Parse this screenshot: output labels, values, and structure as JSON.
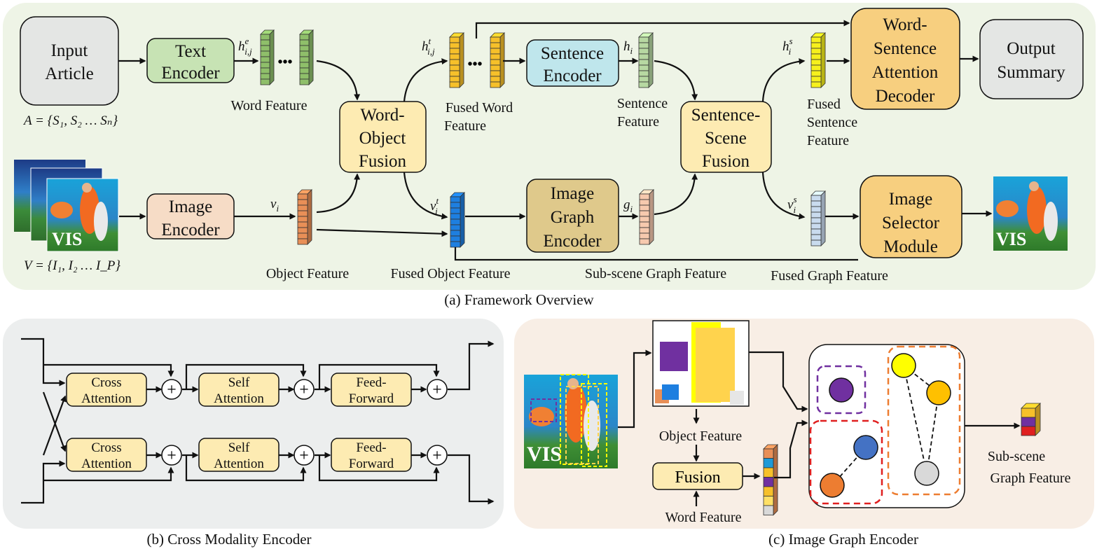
{
  "colors": {
    "panel_a_bg": "#eef4e6",
    "panel_b_bg": "#eceeee",
    "panel_c_bg": "#f8eee5",
    "input_box": "#e4e6e4",
    "text_encoder": "#c7e3b4",
    "image_encoder": "#f6dcc6",
    "fusion_box": "#fdebb2",
    "sentence_encoder": "#bfe6ec",
    "graph_encoder": "#dfc98b",
    "decoder_box": "#f7cf7f",
    "word_feature_cube": "#8fbf6a",
    "fused_word_cube": "#f6c02a",
    "sentence_feature_cube": "#b7d8a2",
    "fused_sentence_cube": "#f6f01c",
    "object_feature_cube": "#e88f57",
    "fused_object_cube": "#1e7fe0",
    "subscene_cube": "#f6c9ae",
    "fused_graph_cube": "#c9dbee",
    "purple": "#7030a0",
    "red": "#e02020",
    "orange_dash": "#ed7d31",
    "yellow": "#ffff00",
    "blue_node": "#4472c4",
    "orange_node": "#ed7d31",
    "grey_node": "#d9d9d9",
    "yellow_node": "#ffff00",
    "gold_node": "#ffc000"
  },
  "panel_a": {
    "caption": "(a) Framework Overview",
    "input_article": [
      "Input",
      "Article"
    ],
    "article_formula": "A = {S₁, S₂ … Sₙ}",
    "image_formula": "V = {I₁, I₂ … I_P}",
    "text_encoder": [
      "Text",
      "Encoder"
    ],
    "image_encoder": [
      "Image",
      "Encoder"
    ],
    "word_object_fusion": [
      "Word-",
      "Object",
      "Fusion"
    ],
    "sentence_encoder": [
      "Sentence",
      "Encoder"
    ],
    "image_graph_encoder": [
      "Image",
      "Graph",
      "Encoder"
    ],
    "sentence_scene_fusion": [
      "Sentence-",
      "Scene",
      "Fusion"
    ],
    "decoder": [
      "Word-",
      "Sentence",
      "Attention",
      "Decoder"
    ],
    "output_summary": [
      "Output",
      "Summary"
    ],
    "image_selector": [
      "Image",
      "Selector",
      "Module"
    ],
    "ellipsis": "•••",
    "labels": {
      "word_feature": "Word Feature",
      "fused_word_feature": [
        "Fused Word",
        "Feature"
      ],
      "sentence_feature": [
        "Sentence",
        "Feature"
      ],
      "fused_sentence_feature": [
        "Fused",
        "Sentence",
        "Feature"
      ],
      "object_feature": "Object Feature",
      "fused_object_feature": "Fused Object Feature",
      "subscene_graph_feature": "Sub-scene Graph Feature",
      "fused_graph_feature": "Fused Graph Feature"
    },
    "symbols": {
      "h_e": {
        "base": "h",
        "sup": "e",
        "sub": "i,j"
      },
      "h_t": {
        "base": "h",
        "sup": "t",
        "sub": "i,j"
      },
      "h_i": {
        "base": "h",
        "sup": "",
        "sub": "i"
      },
      "h_s": {
        "base": "h",
        "sup": "s",
        "sub": "i"
      },
      "v_i": {
        "base": "v",
        "sup": "",
        "sub": "i"
      },
      "v_t": {
        "base": "v",
        "sup": "t",
        "sub": "i"
      },
      "g_i": {
        "base": "g",
        "sup": "",
        "sub": "i"
      },
      "v_s": {
        "base": "v",
        "sup": "s",
        "sub": "i"
      }
    }
  },
  "panel_b": {
    "caption": "(b) Cross Modality Encoder",
    "cross_attention": [
      "Cross",
      "Attention"
    ],
    "self_attention": [
      "Self",
      "Attention"
    ],
    "feed_forward": [
      "Feed-",
      "Forward"
    ],
    "plus": "+"
  },
  "panel_c": {
    "caption": "(c) Image Graph Encoder",
    "object_feature": "Object Feature",
    "fusion": "Fusion",
    "word_feature": "Word Feature",
    "subscene_graph_feature": [
      "Sub-scene",
      "Graph Feature"
    ],
    "fused_stack_colors": [
      "#e88f57",
      "#1e9ad8",
      "#f6c02a",
      "#7030a0",
      "#f6c02a",
      "#ffe066",
      "#d9d9d9"
    ],
    "output_stack_colors": [
      "#f6c02a",
      "#7030a0",
      "#e02020"
    ]
  }
}
